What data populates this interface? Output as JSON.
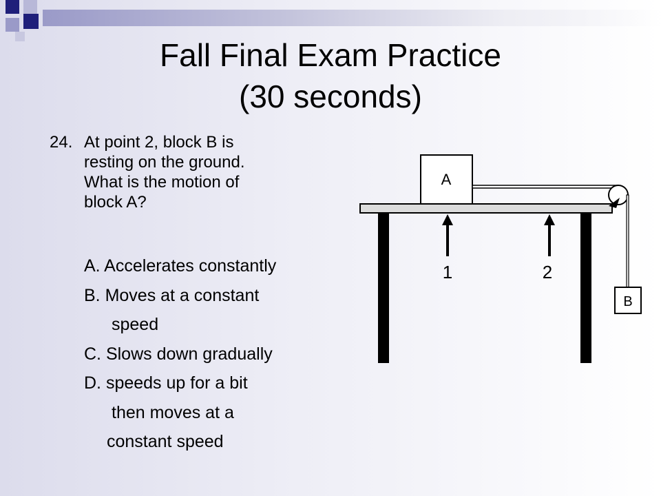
{
  "slide": {
    "title_line1": "Fall Final Exam Practice",
    "title_line2": "(30 seconds)",
    "question": {
      "number": "24.",
      "lines": [
        "At point 2, block B is",
        "resting on the ground.",
        "What is the motion of",
        "block A?"
      ]
    },
    "options": [
      "A.  Accelerates constantly",
      "B.  Moves at a constant",
      "speed",
      "C. Slows down gradually",
      "D. speeds up for a bit",
      "then moves at a",
      "constant speed"
    ],
    "diagram": {
      "block_a": "A",
      "block_b": "B",
      "point_1": "1",
      "point_2": "2"
    }
  }
}
